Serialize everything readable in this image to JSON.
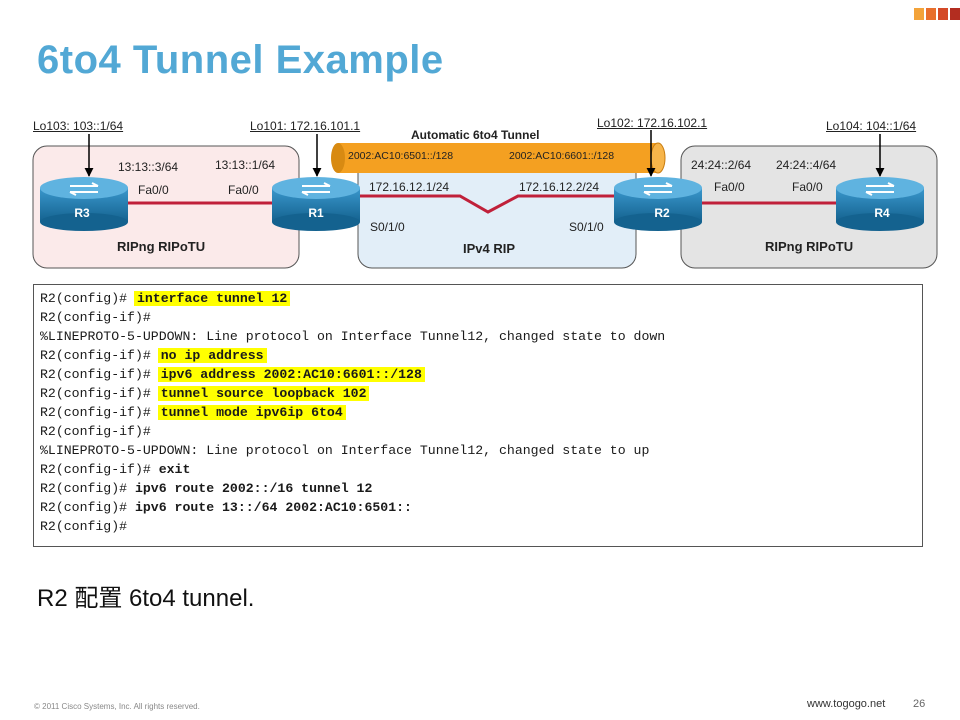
{
  "title": "6to4 Tunnel Example",
  "diagram": {
    "routers": [
      "R3",
      "R1",
      "R2",
      "R4"
    ],
    "loopbacks": {
      "r3": "Lo103: 103::1/64",
      "r1": "Lo101: 172.16.101.1",
      "r2": "Lo102: 172.16.102.1",
      "r4": "Lo104: 104::1/64"
    },
    "tunnel_title": "Automatic 6to4 Tunnel",
    "tunnel_left": "2002:AC10:6501::/128",
    "tunnel_right": "2002:AC10:6601::/128",
    "left_zone": {
      "label": "RIPng RIPoTU",
      "addr_r3": "13:13::3/64",
      "addr_r1": "13:13::1/64",
      "if_r3": "Fa0/0",
      "if_r1": "Fa0/0"
    },
    "middle_zone": {
      "label": "IPv4 RIP",
      "addr_r1": "172.16.12.1/24",
      "addr_r2": "172.16.12.2/24",
      "if_r1": "S0/1/0",
      "if_r2": "S0/1/0"
    },
    "right_zone": {
      "label": "RIPng RIPoTU",
      "addr_r2": "24:24::2/64",
      "addr_r4": "24:24::4/64",
      "if_r2": "Fa0/0",
      "if_r4": "Fa0/0"
    }
  },
  "cli": [
    {
      "prompt": "R2(config)# ",
      "cmd": "interface tunnel 12",
      "highlight": true
    },
    {
      "prompt": "R2(config-if)#",
      "cmd": "",
      "highlight": false
    },
    {
      "prompt": "%LINEPROTO-5-UPDOWN: Line protocol on Interface Tunnel12, changed state to down",
      "cmd": "",
      "highlight": false
    },
    {
      "prompt": "R2(config-if)# ",
      "cmd": "no ip address",
      "highlight": true
    },
    {
      "prompt": "R2(config-if)# ",
      "cmd": "ipv6 address 2002:AC10:6601::/128",
      "highlight": true
    },
    {
      "prompt": "R2(config-if)# ",
      "cmd": "tunnel source loopback 102",
      "highlight": true
    },
    {
      "prompt": "R2(config-if)# ",
      "cmd": "tunnel mode ipv6ip 6to4",
      "highlight": true
    },
    {
      "prompt": "R2(config-if)#",
      "cmd": "",
      "highlight": false
    },
    {
      "prompt": "%LINEPROTO-5-UPDOWN: Line protocol on Interface Tunnel12, changed state to up",
      "cmd": "",
      "highlight": false
    },
    {
      "prompt": "R2(config-if)# ",
      "cmd": "exit",
      "highlight": false
    },
    {
      "prompt": "R2(config)# ",
      "cmd": "ipv6 route 2002::/16 tunnel 12",
      "highlight": false
    },
    {
      "prompt": "R2(config)# ",
      "cmd": "ipv6 route 13::/64 2002:AC10:6501::",
      "highlight": false
    },
    {
      "prompt": "R2(config)#",
      "cmd": "",
      "highlight": false
    }
  ],
  "caption": "R2 配置 6to4 tunnel.",
  "footer": {
    "copyright": "© 2011 Cisco Systems, Inc. All rights reserved.",
    "url": "www.togogo.net",
    "page": "26"
  },
  "colors": {
    "title": "#52a8d5",
    "router": "#1f78a8",
    "link": "#c0203a",
    "tunnel": "#f4a021",
    "zone_left": "#fbeaea",
    "zone_mid": "#e2eef8",
    "zone_right": "#e4e4e4",
    "highlight": "#ffff00"
  }
}
